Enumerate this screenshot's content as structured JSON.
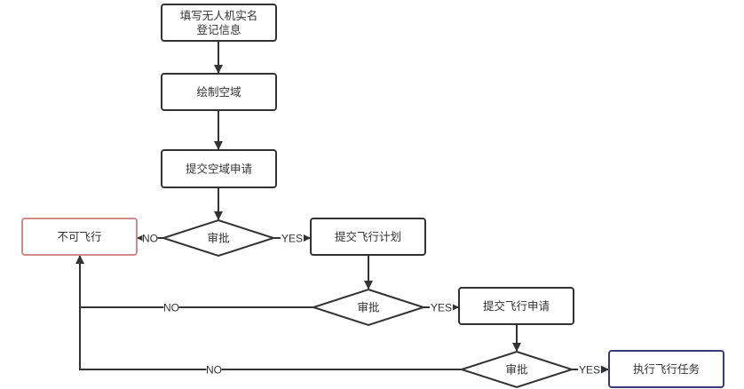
{
  "diagram": {
    "type": "flowchart",
    "nodes": [
      {
        "id": "n1",
        "shape": "rect",
        "lines": [
          "填写无人机实名",
          "登记信息"
        ],
        "border": "#333333"
      },
      {
        "id": "n2",
        "shape": "rect",
        "lines": [
          "绘制空域"
        ],
        "border": "#333333"
      },
      {
        "id": "n3",
        "shape": "rect",
        "lines": [
          "提交空域申请"
        ],
        "border": "#333333"
      },
      {
        "id": "d1",
        "shape": "diamond",
        "lines": [
          "审批"
        ],
        "border": "#333333"
      },
      {
        "id": "deny",
        "shape": "rect",
        "lines": [
          "不可飞行"
        ],
        "border": "#d48a8a"
      },
      {
        "id": "n4",
        "shape": "rect",
        "lines": [
          "提交飞行计划"
        ],
        "border": "#333333"
      },
      {
        "id": "d2",
        "shape": "diamond",
        "lines": [
          "审批"
        ],
        "border": "#333333"
      },
      {
        "id": "n5",
        "shape": "rect",
        "lines": [
          "提交飞行申请"
        ],
        "border": "#333333"
      },
      {
        "id": "d3",
        "shape": "diamond",
        "lines": [
          "审批"
        ],
        "border": "#333333"
      },
      {
        "id": "n6",
        "shape": "rect",
        "lines": [
          "执行飞行任务"
        ],
        "border": "#3a3a7a"
      }
    ],
    "edges": [
      {
        "from": "n1",
        "to": "n2",
        "label": ""
      },
      {
        "from": "n2",
        "to": "n3",
        "label": ""
      },
      {
        "from": "n3",
        "to": "d1",
        "label": ""
      },
      {
        "from": "d1",
        "to": "deny",
        "label": "NO"
      },
      {
        "from": "d1",
        "to": "n4",
        "label": "YES"
      },
      {
        "from": "n4",
        "to": "d2",
        "label": ""
      },
      {
        "from": "d2",
        "to": "deny",
        "label": "NO"
      },
      {
        "from": "d2",
        "to": "n5",
        "label": "YES"
      },
      {
        "from": "n5",
        "to": "d3",
        "label": ""
      },
      {
        "from": "d3",
        "to": "deny",
        "label": "NO"
      },
      {
        "from": "d3",
        "to": "n6",
        "label": "YES"
      }
    ]
  }
}
